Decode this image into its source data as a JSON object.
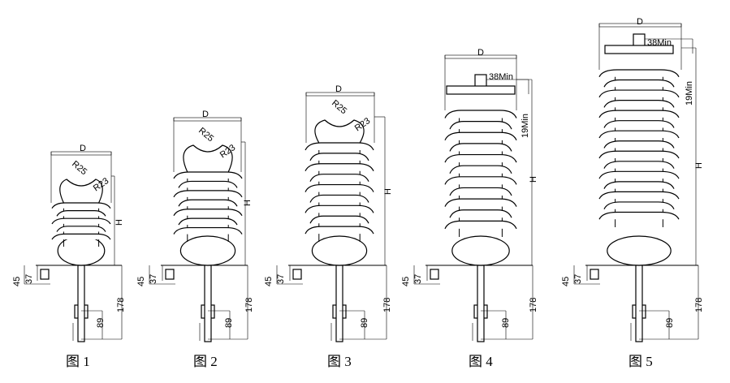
{
  "figures": [
    {
      "caption": "图 1",
      "labels": {
        "d": "D",
        "h": "H",
        "r_top": "R25",
        "r_side": "R23",
        "base_h": "178",
        "rod_h": "89",
        "dim_45": "45",
        "dim_37": "37"
      },
      "shed_count": 5
    },
    {
      "caption": "图 2",
      "labels": {
        "d": "D",
        "h": "H",
        "r_top": "R25",
        "r_side": "R23",
        "base_h": "178",
        "rod_h": "89",
        "dim_45": "45",
        "dim_37": "37"
      },
      "shed_count": 7
    },
    {
      "caption": "图 3",
      "labels": {
        "d": "D",
        "h": "H",
        "r_top": "R25",
        "r_side": "R23",
        "base_h": "178",
        "rod_h": "89",
        "dim_45": "45",
        "dim_37": "37"
      },
      "shed_count": 9
    },
    {
      "caption": "图 4",
      "labels": {
        "d": "D",
        "h": "H",
        "top_w": "38Min",
        "top_h": "19Min",
        "base_h": "178",
        "rod_h": "89",
        "dim_45": "45",
        "dim_37": "37"
      },
      "shed_count": 11
    },
    {
      "caption": "图 5",
      "labels": {
        "d": "D",
        "h": "H",
        "top_w": "38Min",
        "top_h": "19Min",
        "base_h": "178",
        "rod_h": "89",
        "dim_45": "45",
        "dim_37": "37"
      },
      "shed_count": 15
    }
  ]
}
